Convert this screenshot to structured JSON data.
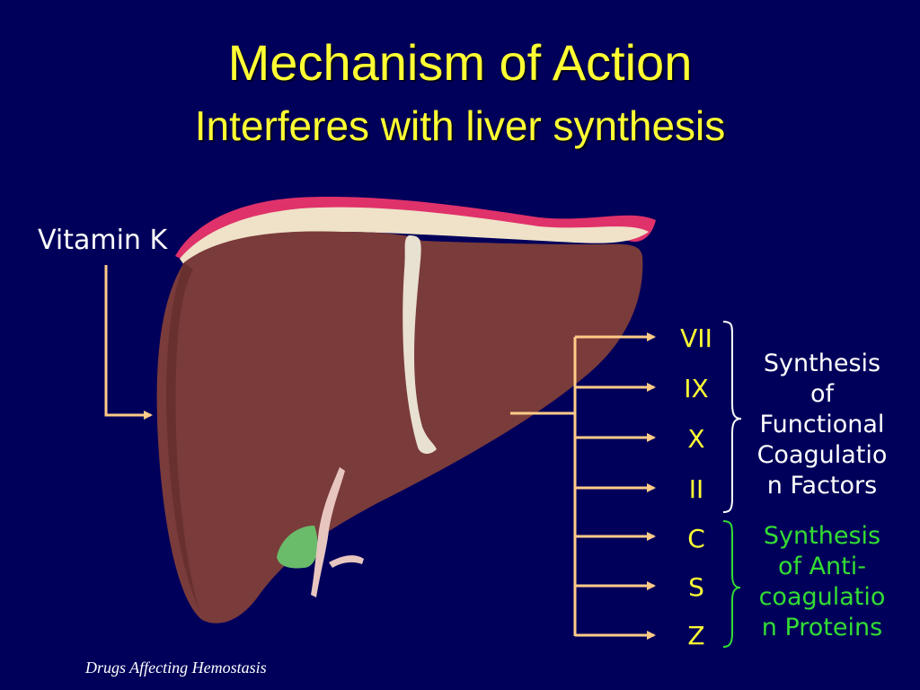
{
  "title": "Mechanism of Action",
  "subtitle": "Interferes with liver synthesis",
  "input_label": "Vitamin K",
  "factors": [
    {
      "label": "VII",
      "group": "functional"
    },
    {
      "label": "IX",
      "group": "functional"
    },
    {
      "label": "X",
      "group": "functional"
    },
    {
      "label": "II",
      "group": "functional"
    },
    {
      "label": "C",
      "group": "anticoagulant"
    },
    {
      "label": "S",
      "group": "anticoagulant"
    },
    {
      "label": "Z",
      "group": "anticoagulant"
    }
  ],
  "groups": {
    "functional": {
      "lines": [
        "Synthesis",
        "of",
        "Functional",
        "Coagulatio",
        "n Factors"
      ],
      "color": "#ffffff"
    },
    "anticoagulant": {
      "lines": [
        "Synthesis",
        "of Anti-",
        "coagulatio",
        "n Proteins"
      ],
      "color": "#33dd33"
    }
  },
  "footer": "Drugs Affecting Hemostasis",
  "colors": {
    "background": "#00005a",
    "title": "#ffff33",
    "arrow": "#ffcc88",
    "liver": "#7a3b3b",
    "gallbladder": "#6abb6a",
    "capsule": "#e0326a"
  }
}
